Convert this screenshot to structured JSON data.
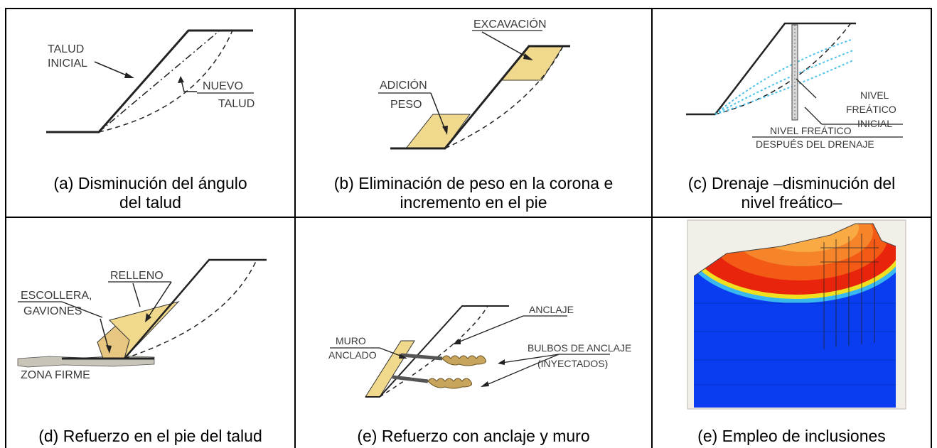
{
  "captions": {
    "a": [
      "(a) Disminución del ángulo",
      "del talud"
    ],
    "b": [
      "(b) Eliminación de peso en la corona e",
      "incremento en el pie"
    ],
    "c": [
      "(c) Drenaje –disminución del",
      "nivel freático–"
    ],
    "d": [
      "(d) Refuerzo en el pie del talud"
    ],
    "e": [
      "(e) Refuerzo con anclaje y muro"
    ],
    "f": [
      "(e) Empleo de inclusiones"
    ]
  },
  "labels": {
    "a": {
      "talud_1": "TALUD",
      "talud_2": "INICIAL",
      "nuevo_1": "NUEVO",
      "nuevo_2": "TALUD"
    },
    "b": {
      "excavacion": "EXCAVACIÓN",
      "adicion": "ADICIÓN",
      "peso": "PESO"
    },
    "c": {
      "nivel_1": "NIVEL",
      "nivel_2": "FREÁTICO",
      "nivel_3": "INICIAL",
      "despues_1": "NIVEL FREÁTICO",
      "despues_2": "DESPUÉS DEL DRENAJE"
    },
    "d": {
      "relleno": "RELLENO",
      "escollera_1": "ESCOLLERA,",
      "escollera_2": "GAVIONES",
      "zona": "ZONA FIRME"
    },
    "e": {
      "anclaje": "ANCLAJE",
      "muro_1": "MURO",
      "muro_2": "ANCLADO",
      "bulbos_1": "BULBOS DE ANCLAJE",
      "bulbos_2": "(INYECTADOS)"
    }
  },
  "colors": {
    "sand": "#f0d98c",
    "water_line": "#4fc3e8",
    "fem_blue": "#0a3cf0",
    "fem_red": "#e8250c"
  }
}
